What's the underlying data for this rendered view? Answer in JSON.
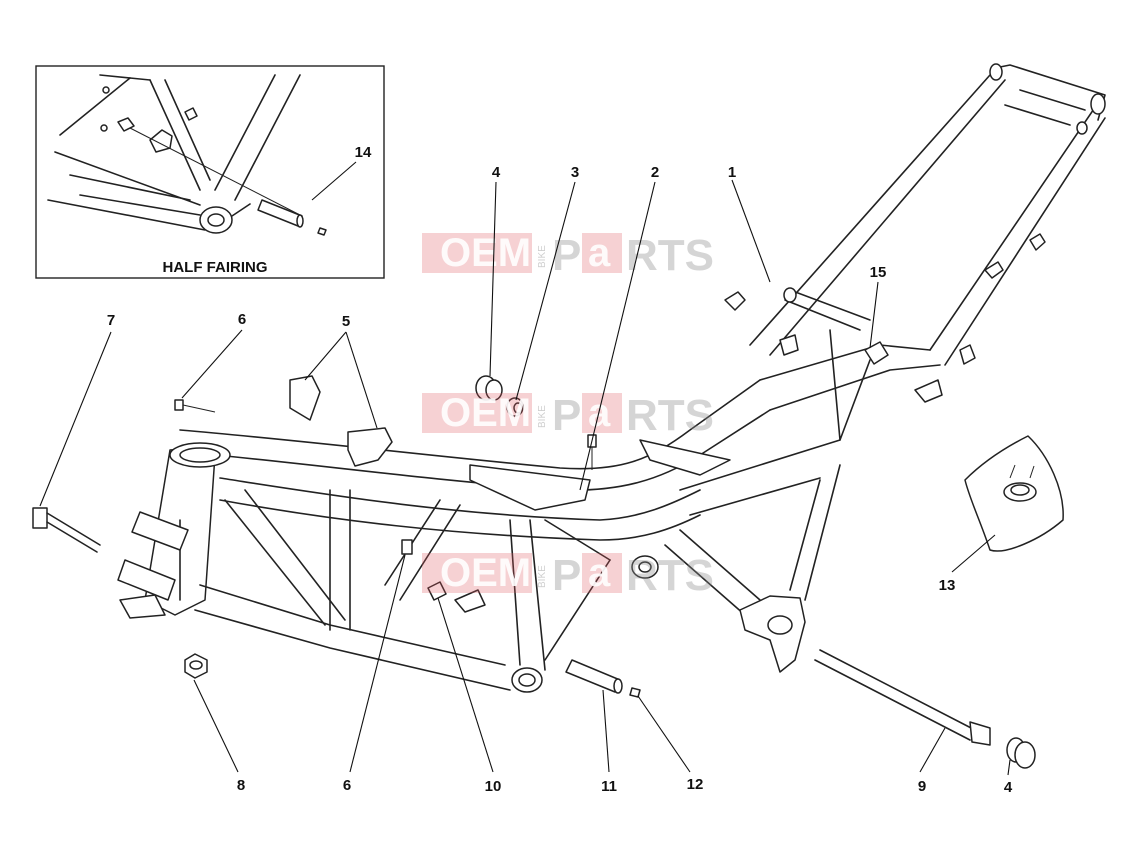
{
  "inset": {
    "caption": "HALF FAIRING"
  },
  "watermark": {
    "brand_left": "OEM",
    "brand_mid": "BIKE",
    "brand_right_a": "P",
    "brand_right_b": "a",
    "brand_right_c": "RTS",
    "color": "#e05a60"
  },
  "callouts": {
    "c1": "1",
    "c2": "2",
    "c3": "3",
    "c4_top": "4",
    "c4_bottom": "4",
    "c5": "5",
    "c6_top": "6",
    "c6_bottom": "6",
    "c7": "7",
    "c8": "8",
    "c9": "9",
    "c10": "10",
    "c11": "11",
    "c12": "12",
    "c13": "13",
    "c14": "14",
    "c15": "15"
  }
}
